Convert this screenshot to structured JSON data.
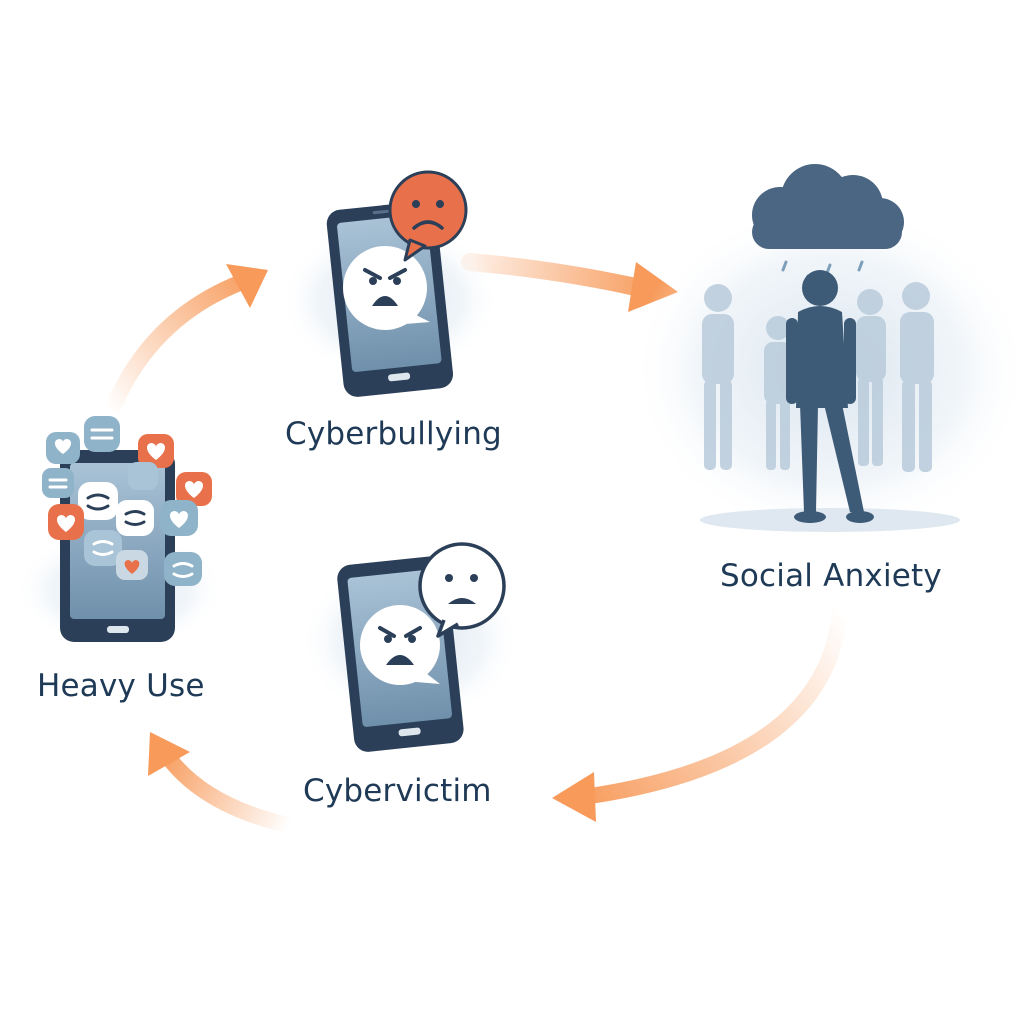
{
  "nodes": {
    "cyberbullying": {
      "label": "Cyberbullying",
      "icon": "phone-angry-chat-icon"
    },
    "social_anxiety": {
      "label": "Social Anxiety",
      "icon": "isolated-person-rain-cloud-icon"
    },
    "cybervictim": {
      "label": "Cybervictim",
      "icon": "phone-sad-chat-icon"
    },
    "heavy_use": {
      "label": "Heavy Use",
      "icon": "phone-notifications-icon"
    }
  },
  "edges": [
    {
      "from": "Heavy Use",
      "to": "Cyberbullying"
    },
    {
      "from": "Cyberbullying",
      "to": "Social Anxiety"
    },
    {
      "from": "Social Anxiety",
      "to": "Cybervictim"
    },
    {
      "from": "Cybervictim",
      "to": "Heavy Use"
    }
  ],
  "colors": {
    "arrow": "#f79a5a",
    "label_text": "#1f3a56",
    "phone_frame": "#2b3f58",
    "screen": "#7e9fb9",
    "accent_orange": "#e8704a",
    "figure_dark": "#3d5a77",
    "figure_faint": "#b9cbdb",
    "cloud": "#4b6682"
  }
}
